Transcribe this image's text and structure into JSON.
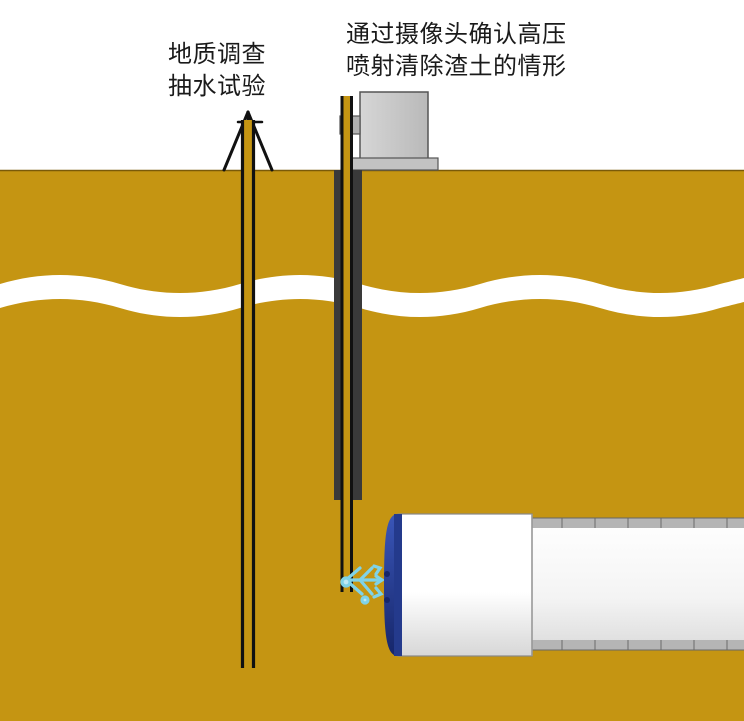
{
  "labels": {
    "geological_survey": {
      "line1": "地质调查",
      "line2": "抽水试验"
    },
    "camera_check": {
      "line1": "通过摄像头确认高压",
      "line2": "喷射清除渣土的情形"
    }
  },
  "colors": {
    "soil": "#C59512",
    "sky": "#FFFFFF",
    "pipe": "#111111",
    "casing": "#3A3A3A",
    "camera_housing": "#C8C8C8",
    "shield_body": "#FFFFFF",
    "shield_face": "#243A8C",
    "segment_ring": "#B5B5B5",
    "water_jet": "#7FD3E8"
  },
  "icons": {
    "tripod": "tripod-icon",
    "camera": "camera-icon",
    "water_jet": "water-jet-icon",
    "shield_machine": "shield-machine-icon"
  }
}
